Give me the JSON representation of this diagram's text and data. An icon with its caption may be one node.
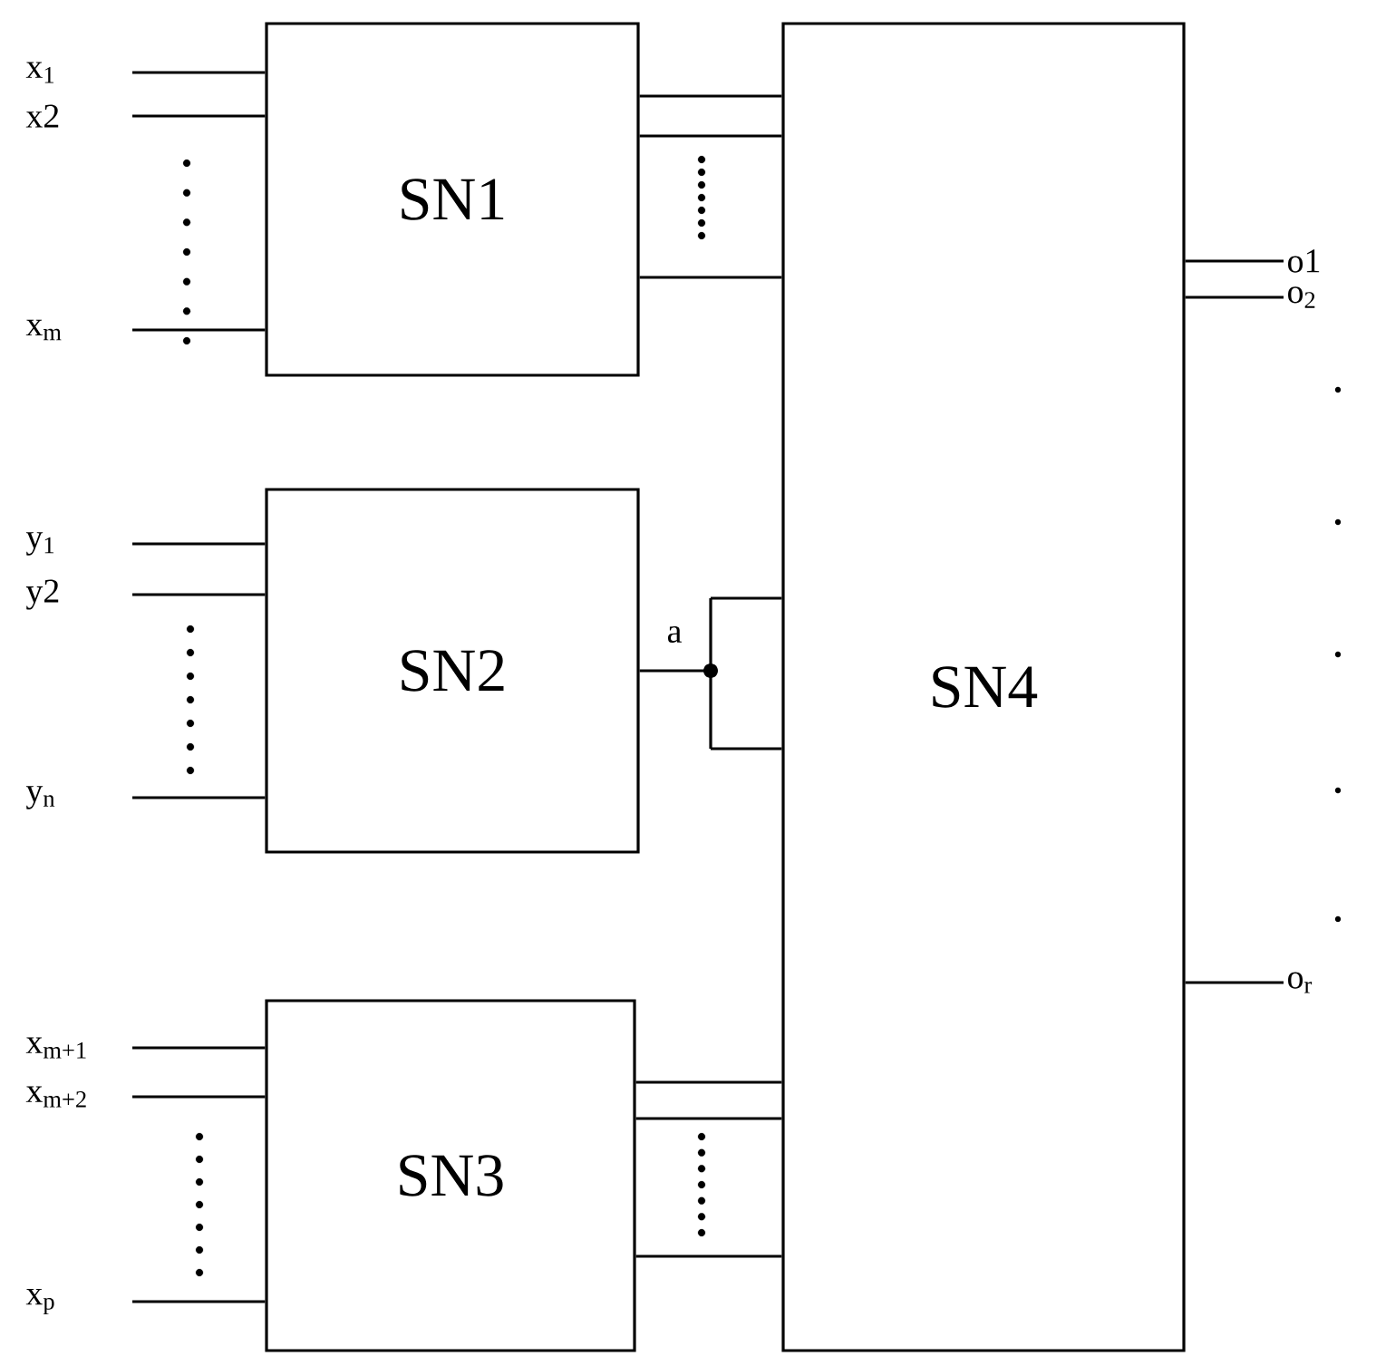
{
  "diagram": {
    "nodes": [
      {
        "text": [
          "SN1"
        ]
      },
      {
        "text": [
          "SN2"
        ]
      },
      {
        "text": [
          "SN3"
        ]
      },
      {
        "text": [
          "SN4"
        ]
      },
      {
        "text": [
          "x$_{1}$"
        ]
      },
      {
        "text": [
          "x2"
        ]
      },
      {
        "text": [
          "x$_{m}$"
        ]
      },
      {
        "text": [
          "y$_{1}$"
        ]
      },
      {
        "text": [
          "y2"
        ]
      },
      {
        "text": [
          "y$_{n}$"
        ]
      },
      {
        "text": [
          "x$_{m+1}$"
        ]
      },
      {
        "text": [
          "x$_{m+2}$"
        ]
      },
      {
        "text": [
          "x$_{p}$"
        ]
      },
      {
        "text": [
          "o1"
        ]
      },
      {
        "text": [
          "o$_{2}$"
        ]
      },
      {
        "text": [
          "o$_{r}$"
        ]
      }
    ],
    "edges": [
      {
        "from": 4,
        "to": 0,
        "arrow": "none"
      },
      {
        "from": 5,
        "to": 0,
        "arrow": "none"
      },
      {
        "from": 6,
        "to": 0,
        "arrow": "none"
      },
      {
        "from": 7,
        "to": 1,
        "arrow": "none"
      },
      {
        "from": 8,
        "to": 1,
        "arrow": "none"
      },
      {
        "from": 9,
        "to": 1,
        "arrow": "none"
      },
      {
        "from": 10,
        "to": 2,
        "arrow": "none"
      },
      {
        "from": 11,
        "to": 2,
        "arrow": "none"
      },
      {
        "from": 12,
        "to": 2,
        "arrow": "none"
      },
      {
        "from": 0,
        "to": 3,
        "arrow": "none"
      },
      {
        "from": 0,
        "to": 3,
        "arrow": "none"
      },
      {
        "from": 0,
        "to": 3,
        "arrow": "none"
      },
      {
        "from": 1,
        "to": 3,
        "arrow": "none",
        "label": "a"
      },
      {
        "from": 2,
        "to": 3,
        "arrow": "none"
      },
      {
        "from": 2,
        "to": 3,
        "arrow": "none"
      },
      {
        "from": 2,
        "to": 3,
        "arrow": "none"
      },
      {
        "from": 3,
        "to": 13,
        "arrow": "none"
      },
      {
        "from": 3,
        "to": 14,
        "arrow": "none"
      },
      {
        "from": 3,
        "to": 15,
        "arrow": "none"
      }
    ]
  }
}
